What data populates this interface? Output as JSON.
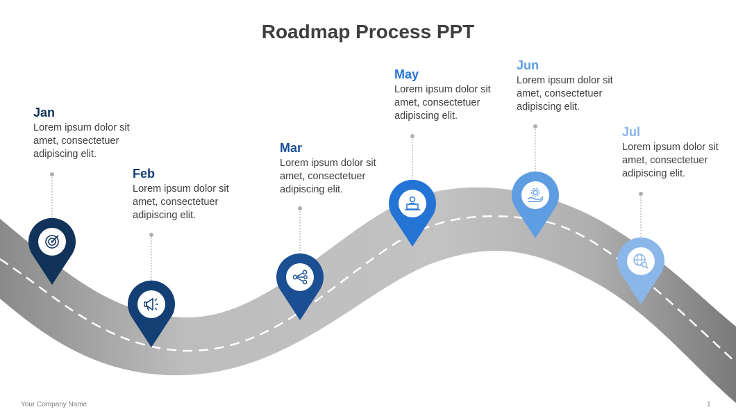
{
  "title": "Roadmap Process PPT",
  "footer": {
    "company": "Your Company  Name",
    "page_number": "1"
  },
  "colors": {
    "road": "#b4b4b4",
    "road_dark": "#8c8c8c",
    "dash": "#ffffff",
    "connector": "#b0b0b0",
    "title": "#3f3f3f",
    "text": "#404040"
  },
  "milestones": [
    {
      "label": "Jan",
      "description": "Lorem ipsum dolor sit amet, consectetuer adipiscing elit.",
      "icon": "target-icon",
      "color": "#11335a"
    },
    {
      "label": "Feb",
      "description": "Lorem ipsum dolor sit amet, consectetuer adipiscing elit.",
      "icon": "megaphone-icon",
      "color": "#143f74"
    },
    {
      "label": "Mar",
      "description": "Lorem ipsum dolor sit amet, consectetuer adipiscing elit.",
      "icon": "share-icon",
      "color": "#1b4f93"
    },
    {
      "label": "May",
      "description": "Lorem ipsum dolor sit amet, consectetuer adipiscing elit.",
      "icon": "laptop-user-icon",
      "color": "#2474d6"
    },
    {
      "label": "Jun",
      "description": "Lorem ipsum dolor sit amet, consectetuer adipiscing elit.",
      "icon": "gear-hand-icon",
      "color": "#5e9de2"
    },
    {
      "label": "Jul",
      "description": "Lorem ipsum dolor sit amet, consectetuer adipiscing elit.",
      "icon": "globe-search-icon",
      "color": "#8ab6ea"
    }
  ]
}
